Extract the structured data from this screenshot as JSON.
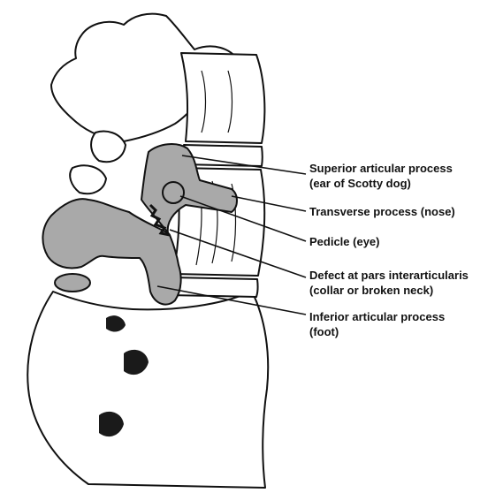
{
  "diagram": {
    "colors": {
      "bone_fill": "#ffffff",
      "outline": "#111111",
      "highlight_fill": "#a9a9a9",
      "shadow_fill": "#1a1a1a",
      "leader_line": "#111111"
    },
    "labels": [
      {
        "id": "superior",
        "line1": "Superior articular process",
        "line2": "(ear of Scotty dog)"
      },
      {
        "id": "transverse",
        "line1": "Transverse process (nose)",
        "line2": ""
      },
      {
        "id": "pedicle",
        "line1": "Pedicle (eye)",
        "line2": ""
      },
      {
        "id": "defect",
        "line1": "Defect at pars interarticularis",
        "line2": "(collar or broken neck)"
      },
      {
        "id": "inferior",
        "line1": "Inferior articular process",
        "line2": "(foot)"
      }
    ]
  }
}
